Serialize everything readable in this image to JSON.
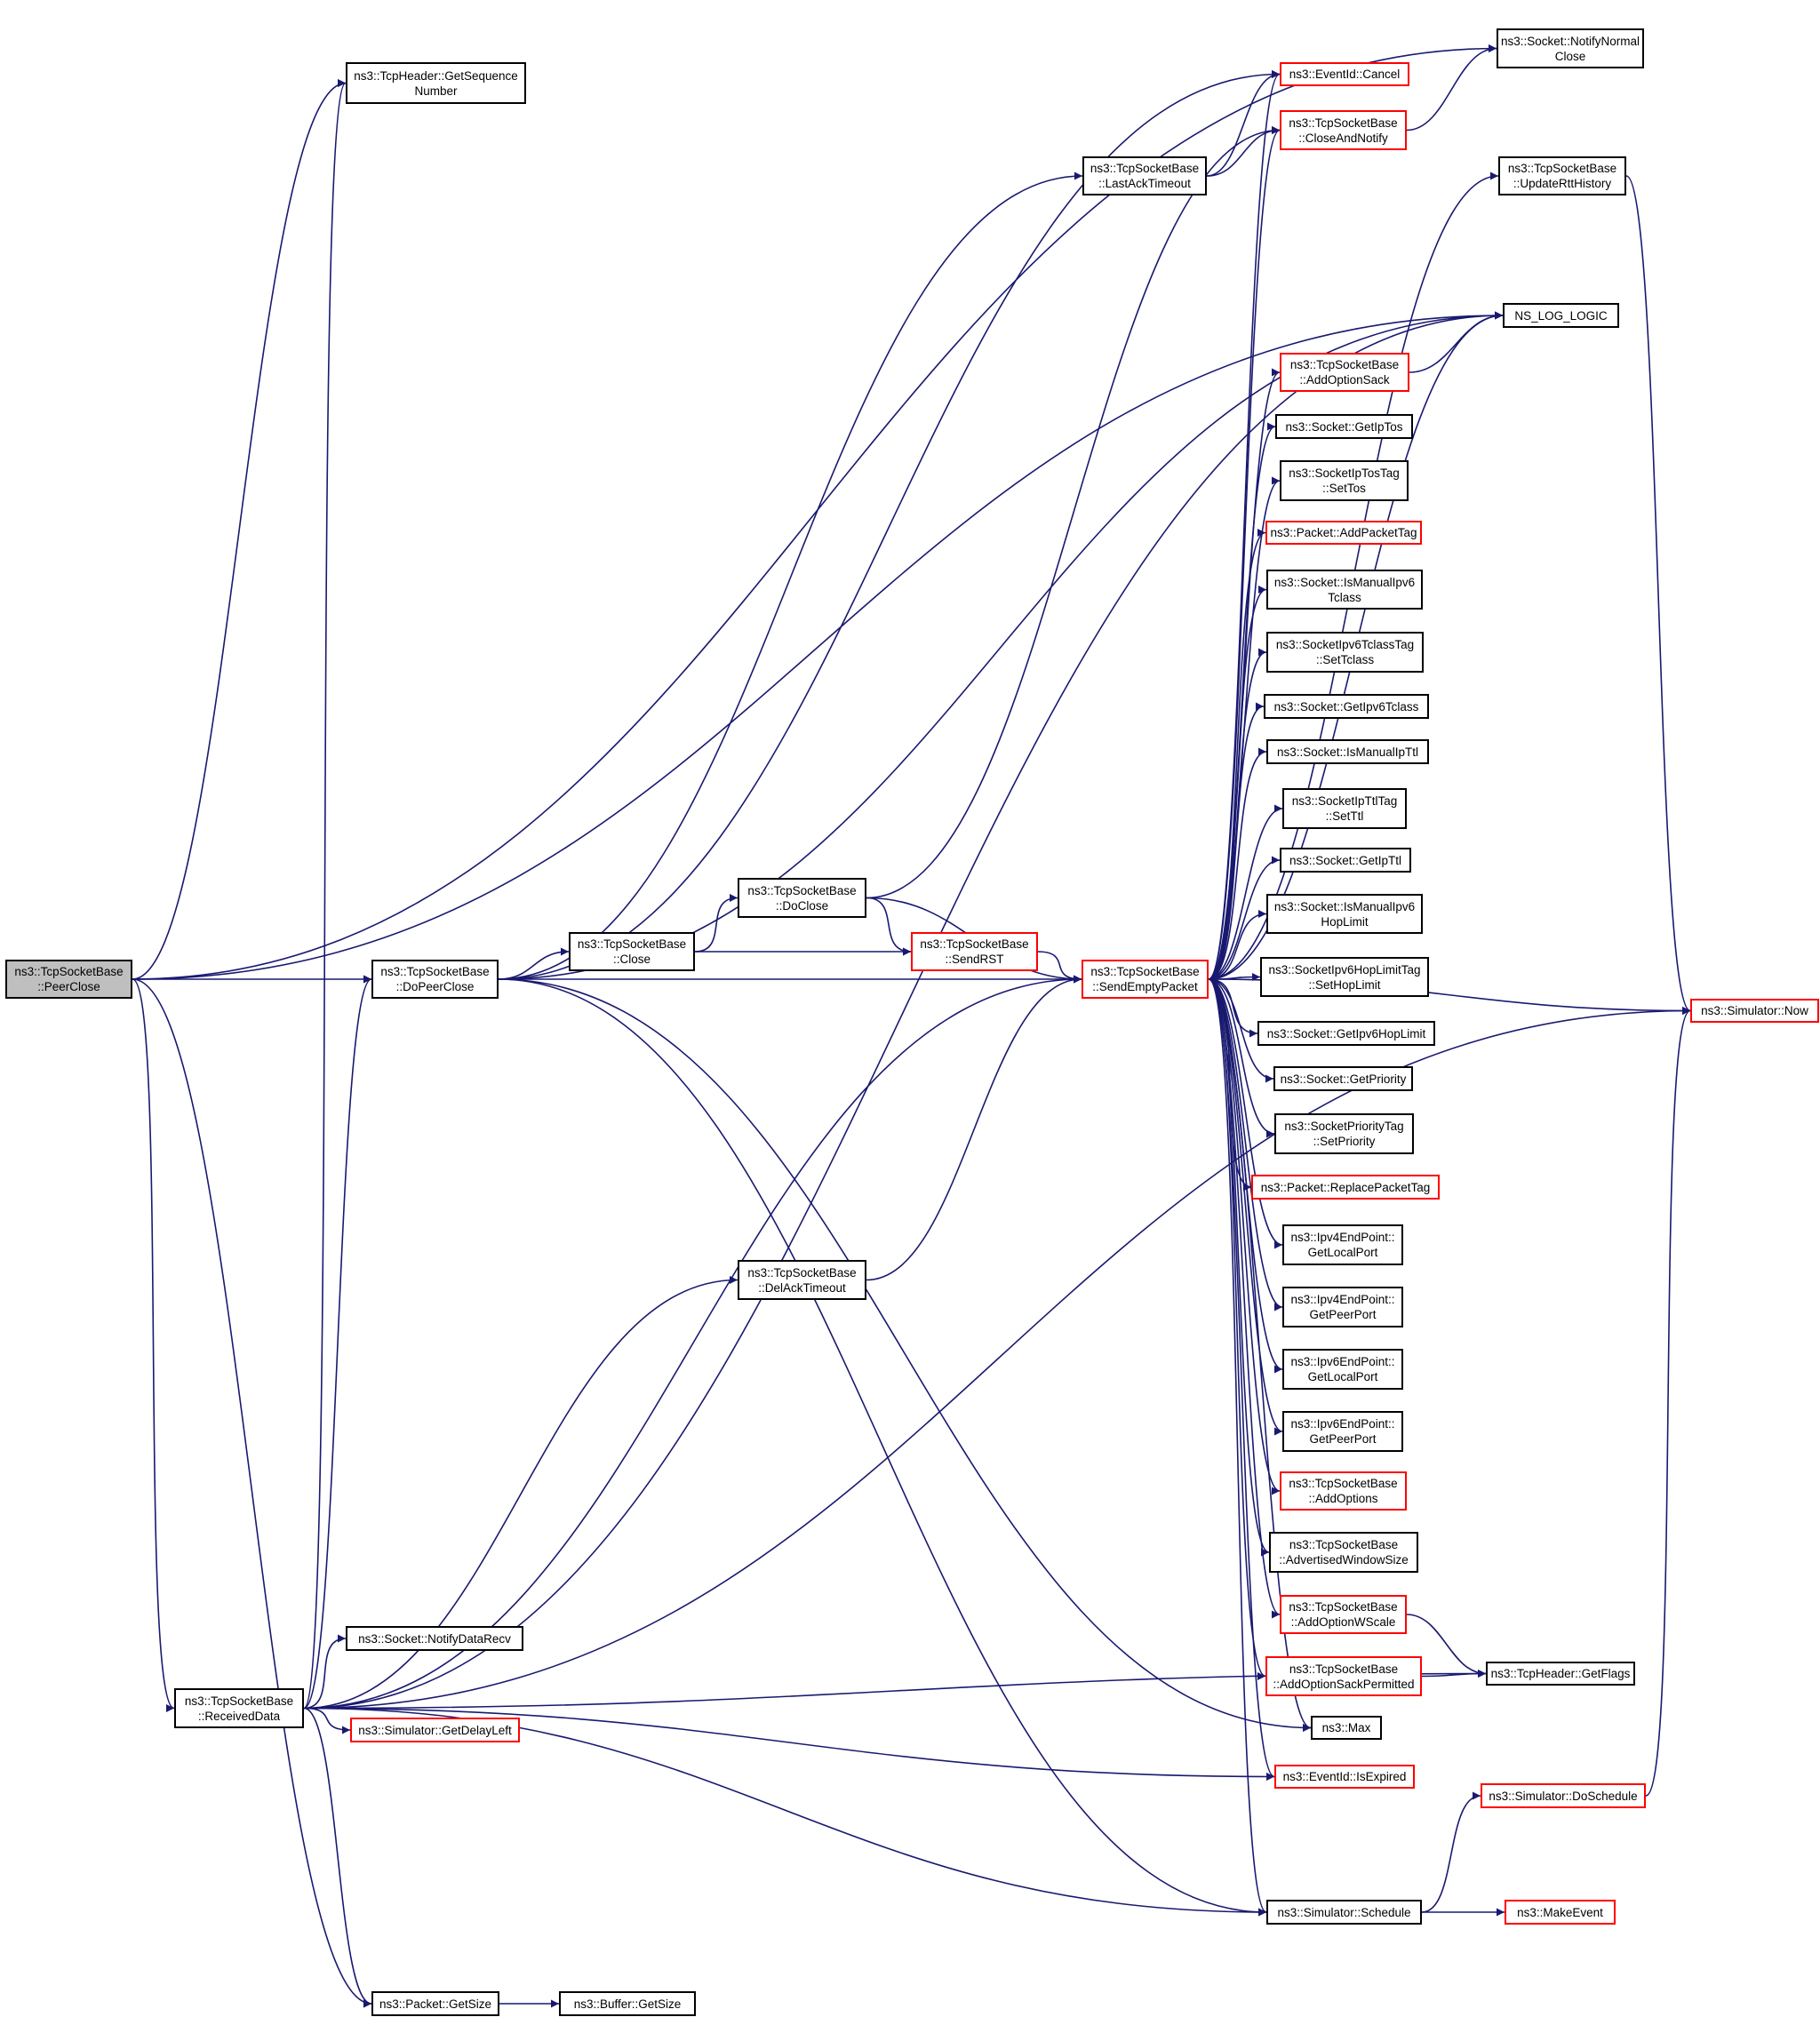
{
  "graph": {
    "nodes": [
      {
        "id": "peerclose",
        "lines": [
          "ns3::TcpSocketBase",
          "::PeerClose"
        ],
        "style": "root"
      },
      {
        "id": "getseq",
        "lines": [
          "ns3::TcpHeader::GetSequence",
          "Number"
        ],
        "style": "black"
      },
      {
        "id": "notifynormal",
        "lines": [
          "ns3::Socket::NotifyNormal",
          "Close"
        ],
        "style": "black"
      },
      {
        "id": "cancel",
        "lines": [
          "ns3::EventId::Cancel"
        ],
        "style": "red"
      },
      {
        "id": "closeandnotify",
        "lines": [
          "ns3::TcpSocketBase",
          "::CloseAndNotify"
        ],
        "style": "red"
      },
      {
        "id": "lastack",
        "lines": [
          "ns3::TcpSocketBase",
          "::LastAckTimeout"
        ],
        "style": "black"
      },
      {
        "id": "updatertt",
        "lines": [
          "ns3::TcpSocketBase",
          "::UpdateRttHistory"
        ],
        "style": "black"
      },
      {
        "id": "nslog",
        "lines": [
          "NS_LOG_LOGIC"
        ],
        "style": "black"
      },
      {
        "id": "addoptsack",
        "lines": [
          "ns3::TcpSocketBase",
          "::AddOptionSack"
        ],
        "style": "red"
      },
      {
        "id": "getiptos",
        "lines": [
          "ns3::Socket::GetIpTos"
        ],
        "style": "black"
      },
      {
        "id": "settos",
        "lines": [
          "ns3::SocketIpTosTag",
          "::SetTos"
        ],
        "style": "black"
      },
      {
        "id": "addpackettag",
        "lines": [
          "ns3::Packet::AddPacketTag"
        ],
        "style": "red"
      },
      {
        "id": "ismanualtclass",
        "lines": [
          "ns3::Socket::IsManualIpv6",
          "Tclass"
        ],
        "style": "black"
      },
      {
        "id": "settclass",
        "lines": [
          "ns3::SocketIpv6TclassTag",
          "::SetTclass"
        ],
        "style": "black"
      },
      {
        "id": "getipv6tclass",
        "lines": [
          "ns3::Socket::GetIpv6Tclass"
        ],
        "style": "black"
      },
      {
        "id": "ismanualipttl",
        "lines": [
          "ns3::Socket::IsManualIpTtl"
        ],
        "style": "black"
      },
      {
        "id": "setttl",
        "lines": [
          "ns3::SocketIpTtlTag",
          "::SetTtl"
        ],
        "style": "black"
      },
      {
        "id": "getipttl",
        "lines": [
          "ns3::Socket::GetIpTtl"
        ],
        "style": "black"
      },
      {
        "id": "ismanualhop",
        "lines": [
          "ns3::Socket::IsManualIpv6",
          "HopLimit"
        ],
        "style": "black"
      },
      {
        "id": "sethoplimit",
        "lines": [
          "ns3::SocketIpv6HopLimitTag",
          "::SetHopLimit"
        ],
        "style": "black"
      },
      {
        "id": "gethoplimit",
        "lines": [
          "ns3::Socket::GetIpv6HopLimit"
        ],
        "style": "black"
      },
      {
        "id": "getpriority",
        "lines": [
          "ns3::Socket::GetPriority"
        ],
        "style": "black"
      },
      {
        "id": "setpriority",
        "lines": [
          "ns3::SocketPriorityTag",
          "::SetPriority"
        ],
        "style": "black"
      },
      {
        "id": "replacepackettag",
        "lines": [
          "ns3::Packet::ReplacePacketTag"
        ],
        "style": "red"
      },
      {
        "id": "ipv4local",
        "lines": [
          "ns3::Ipv4EndPoint::",
          "GetLocalPort"
        ],
        "style": "black"
      },
      {
        "id": "ipv4peer",
        "lines": [
          "ns3::Ipv4EndPoint::",
          "GetPeerPort"
        ],
        "style": "black"
      },
      {
        "id": "ipv6local",
        "lines": [
          "ns3::Ipv6EndPoint::",
          "GetLocalPort"
        ],
        "style": "black"
      },
      {
        "id": "ipv6peer",
        "lines": [
          "ns3::Ipv6EndPoint::",
          "GetPeerPort"
        ],
        "style": "black"
      },
      {
        "id": "addoptions",
        "lines": [
          "ns3::TcpSocketBase",
          "::AddOptions"
        ],
        "style": "red"
      },
      {
        "id": "advwindow",
        "lines": [
          "ns3::TcpSocketBase",
          "::AdvertisedWindowSize"
        ],
        "style": "black"
      },
      {
        "id": "addoptwscale",
        "lines": [
          "ns3::TcpSocketBase",
          "::AddOptionWScale"
        ],
        "style": "red"
      },
      {
        "id": "addoptsackperm",
        "lines": [
          "ns3::TcpSocketBase",
          "::AddOptionSackPermitted"
        ],
        "style": "red"
      },
      {
        "id": "getflags",
        "lines": [
          "ns3::TcpHeader::GetFlags"
        ],
        "style": "black"
      },
      {
        "id": "max",
        "lines": [
          "ns3::Max"
        ],
        "style": "black"
      },
      {
        "id": "isexpired",
        "lines": [
          "ns3::EventId::IsExpired"
        ],
        "style": "red"
      },
      {
        "id": "doschedule",
        "lines": [
          "ns3::Simulator::DoSchedule"
        ],
        "style": "red"
      },
      {
        "id": "now",
        "lines": [
          "ns3::Simulator::Now"
        ],
        "style": "red"
      },
      {
        "id": "doclose",
        "lines": [
          "ns3::TcpSocketBase",
          "::DoClose"
        ],
        "style": "black"
      },
      {
        "id": "close",
        "lines": [
          "ns3::TcpSocketBase",
          "::Close"
        ],
        "style": "black"
      },
      {
        "id": "sendrst",
        "lines": [
          "ns3::TcpSocketBase",
          "::SendRST"
        ],
        "style": "red"
      },
      {
        "id": "sendempty",
        "lines": [
          "ns3::TcpSocketBase",
          "::SendEmptyPacket"
        ],
        "style": "red"
      },
      {
        "id": "dopeerclose",
        "lines": [
          "ns3::TcpSocketBase",
          "::DoPeerClose"
        ],
        "style": "black"
      },
      {
        "id": "delack",
        "lines": [
          "ns3::TcpSocketBase",
          "::DelAckTimeout"
        ],
        "style": "black"
      },
      {
        "id": "notifydatarecv",
        "lines": [
          "ns3::Socket::NotifyDataRecv"
        ],
        "style": "black"
      },
      {
        "id": "receiveddata",
        "lines": [
          "ns3::TcpSocketBase",
          "::ReceivedData"
        ],
        "style": "black"
      },
      {
        "id": "getdelayleft",
        "lines": [
          "ns3::Simulator::GetDelayLeft"
        ],
        "style": "red"
      },
      {
        "id": "schedule",
        "lines": [
          "ns3::Simulator::Schedule"
        ],
        "style": "black"
      },
      {
        "id": "makeevent",
        "lines": [
          "ns3::MakeEvent"
        ],
        "style": "red"
      },
      {
        "id": "pktgetsize",
        "lines": [
          "ns3::Packet::GetSize"
        ],
        "style": "black"
      },
      {
        "id": "bufgetsize",
        "lines": [
          "ns3::Buffer::GetSize"
        ],
        "style": "black"
      }
    ],
    "edges": [
      [
        "peerclose",
        "getseq"
      ],
      [
        "peerclose",
        "notifynormal"
      ],
      [
        "peerclose",
        "nslog"
      ],
      [
        "peerclose",
        "dopeerclose"
      ],
      [
        "peerclose",
        "receiveddata"
      ],
      [
        "peerclose",
        "pktgetsize"
      ],
      [
        "dopeerclose",
        "cancel"
      ],
      [
        "dopeerclose",
        "lastack"
      ],
      [
        "dopeerclose",
        "nslog"
      ],
      [
        "dopeerclose",
        "close"
      ],
      [
        "dopeerclose",
        "sendempty"
      ],
      [
        "dopeerclose",
        "max"
      ],
      [
        "dopeerclose",
        "schedule"
      ],
      [
        "close",
        "doclose"
      ],
      [
        "close",
        "sendrst"
      ],
      [
        "doclose",
        "closeandnotify"
      ],
      [
        "doclose",
        "sendempty"
      ],
      [
        "doclose",
        "sendrst"
      ],
      [
        "sendrst",
        "sendempty"
      ],
      [
        "lastack",
        "cancel"
      ],
      [
        "lastack",
        "closeandnotify"
      ],
      [
        "closeandnotify",
        "notifynormal"
      ],
      [
        "delack",
        "sendempty"
      ],
      [
        "sendempty",
        "cancel"
      ],
      [
        "sendempty",
        "closeandnotify"
      ],
      [
        "sendempty",
        "updatertt"
      ],
      [
        "sendempty",
        "nslog"
      ],
      [
        "sendempty",
        "addoptsack"
      ],
      [
        "sendempty",
        "getiptos"
      ],
      [
        "sendempty",
        "settos"
      ],
      [
        "sendempty",
        "addpackettag"
      ],
      [
        "sendempty",
        "ismanualtclass"
      ],
      [
        "sendempty",
        "settclass"
      ],
      [
        "sendempty",
        "getipv6tclass"
      ],
      [
        "sendempty",
        "ismanualipttl"
      ],
      [
        "sendempty",
        "setttl"
      ],
      [
        "sendempty",
        "getipttl"
      ],
      [
        "sendempty",
        "ismanualhop"
      ],
      [
        "sendempty",
        "sethoplimit"
      ],
      [
        "sendempty",
        "gethoplimit"
      ],
      [
        "sendempty",
        "getpriority"
      ],
      [
        "sendempty",
        "setpriority"
      ],
      [
        "sendempty",
        "replacepackettag"
      ],
      [
        "sendempty",
        "ipv4local"
      ],
      [
        "sendempty",
        "ipv4peer"
      ],
      [
        "sendempty",
        "ipv6local"
      ],
      [
        "sendempty",
        "ipv6peer"
      ],
      [
        "sendempty",
        "addoptions"
      ],
      [
        "sendempty",
        "advwindow"
      ],
      [
        "sendempty",
        "addoptwscale"
      ],
      [
        "sendempty",
        "addoptsackperm"
      ],
      [
        "sendempty",
        "max"
      ],
      [
        "sendempty",
        "isexpired"
      ],
      [
        "sendempty",
        "schedule"
      ],
      [
        "sendempty",
        "now"
      ],
      [
        "updatertt",
        "now"
      ],
      [
        "addoptsack",
        "nslog"
      ],
      [
        "addoptwscale",
        "getflags"
      ],
      [
        "addoptsackperm",
        "getflags"
      ],
      [
        "doschedule",
        "now"
      ],
      [
        "schedule",
        "doschedule"
      ],
      [
        "schedule",
        "makeevent"
      ],
      [
        "receiveddata",
        "getseq"
      ],
      [
        "receiveddata",
        "dopeerclose"
      ],
      [
        "receiveddata",
        "delack"
      ],
      [
        "receiveddata",
        "notifydatarecv"
      ],
      [
        "receiveddata",
        "sendempty"
      ],
      [
        "receiveddata",
        "getdelayleft"
      ],
      [
        "receiveddata",
        "isexpired"
      ],
      [
        "receiveddata",
        "nslog"
      ],
      [
        "receiveddata",
        "getflags"
      ],
      [
        "receiveddata",
        "schedule"
      ],
      [
        "receiveddata",
        "now"
      ],
      [
        "receiveddata",
        "pktgetsize"
      ],
      [
        "pktgetsize",
        "bufgetsize"
      ]
    ]
  },
  "colors": {
    "edge": "#191970",
    "root_fill": "#bfbfbf",
    "node_border": "#000000",
    "truncated_border": "#ff0000"
  }
}
